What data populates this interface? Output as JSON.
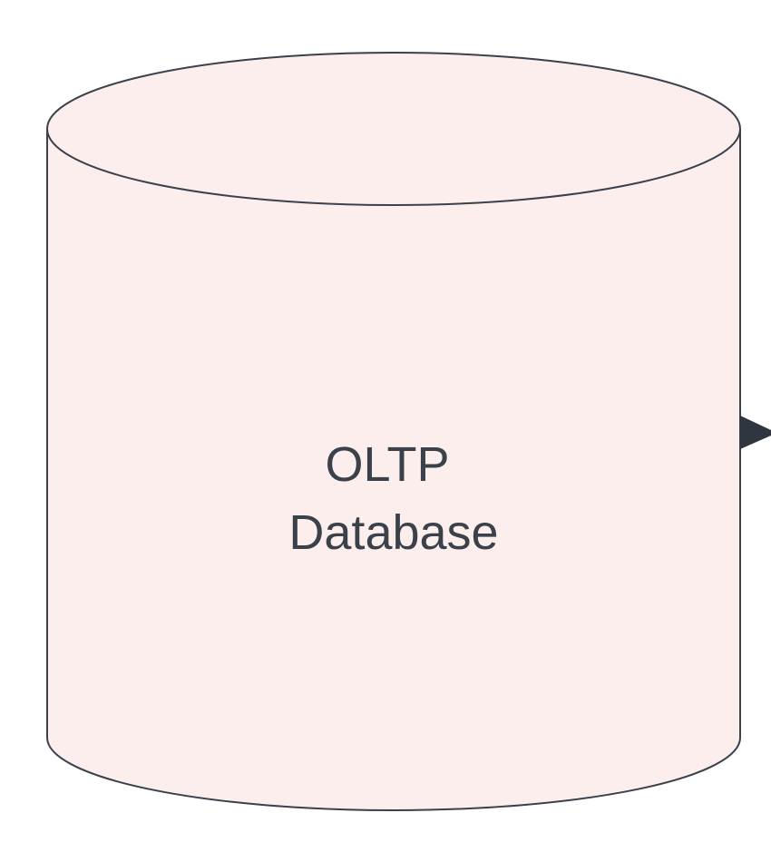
{
  "diagram": {
    "node": {
      "shape": "cylinder",
      "label_lines": [
        "OLTP",
        "Database"
      ],
      "fill": "#fdeeee",
      "stroke": "#3a414a"
    },
    "connector": {
      "direction": "right",
      "arrowhead": "filled-triangle",
      "color": "#2f3640"
    }
  }
}
